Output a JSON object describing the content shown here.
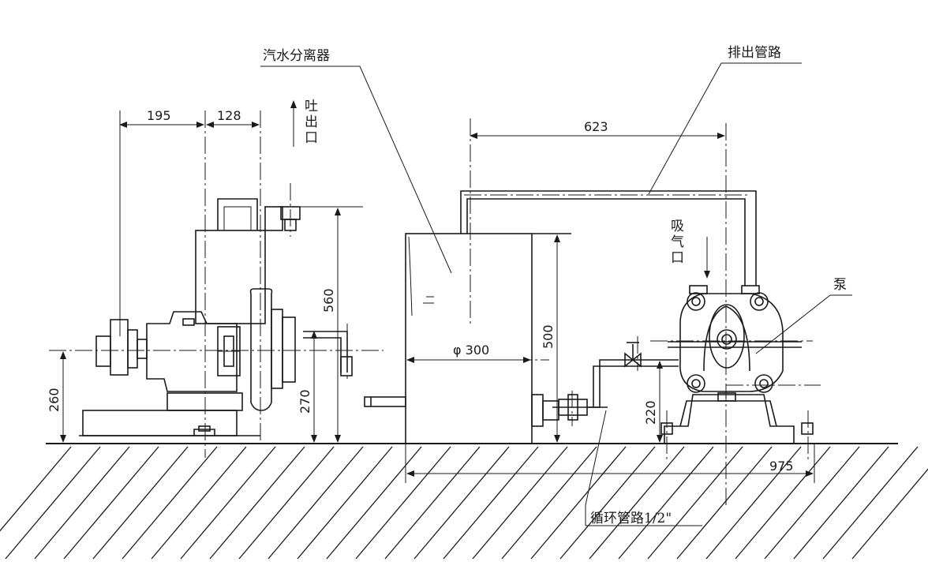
{
  "diagram": {
    "labels": {
      "separator": "汽水分离器",
      "discharge_pipe": "排出管路",
      "outlet": "吐出口",
      "inlet": "吸气口",
      "pump": "泵",
      "circulation_pipe": "循环管路1/2\""
    },
    "dimensions": {
      "d195": "195",
      "d128": "128",
      "d623": "623",
      "d560": "560",
      "d500": "500",
      "d300": "φ 300",
      "d260": "260",
      "d270": "270",
      "d220": "220",
      "d975": "975"
    }
  }
}
